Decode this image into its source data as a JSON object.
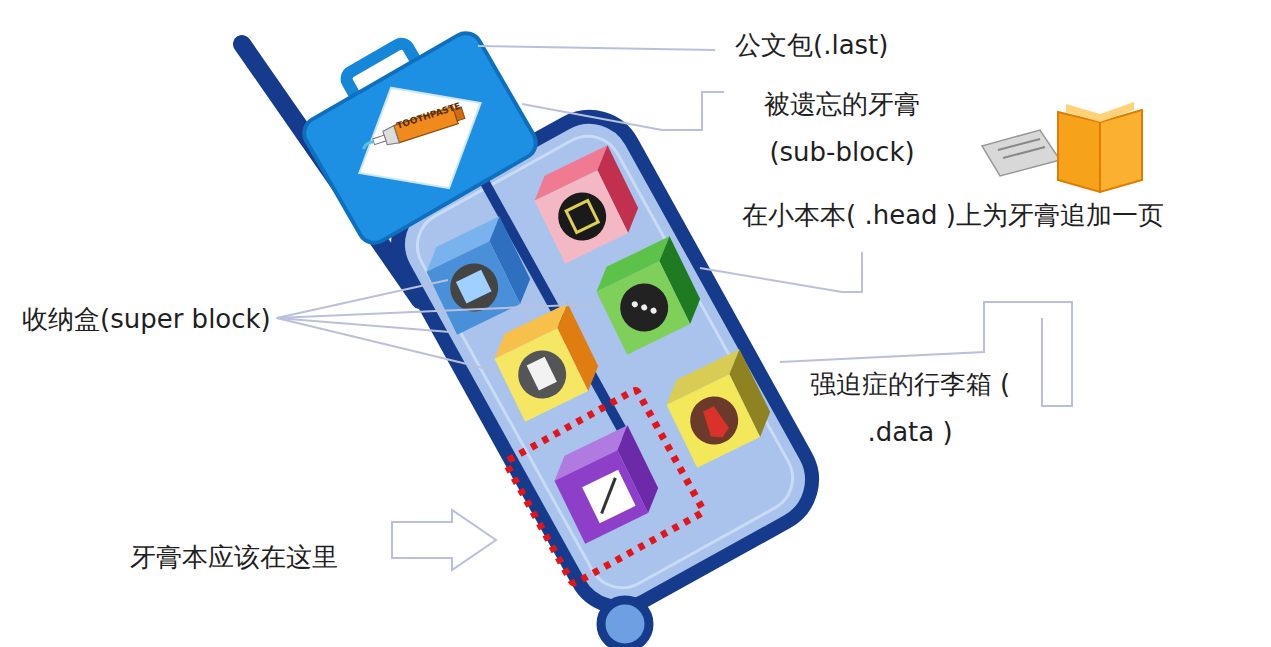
{
  "diagram": {
    "labels": [
      "公文包(.last)",
      "被遗忘的牙膏 (sub-block)",
      "在小本本( .head )上为牙膏追加一页",
      "收纳盒(super block)",
      "强迫症的行李箱 ( .data )",
      "牙膏本应该在这里",
      "TOOTHPASTE"
    ]
  }
}
